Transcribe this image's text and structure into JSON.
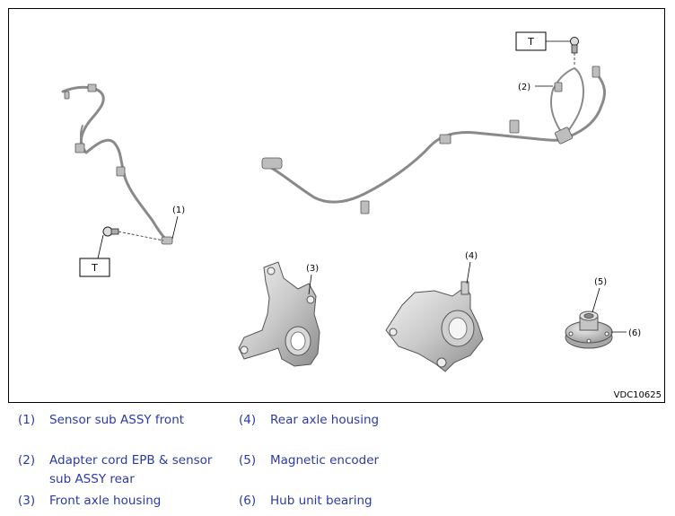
{
  "figure": {
    "id": "VDC10625",
    "torque_label": "T",
    "callouts": [
      "(1)",
      "(2)",
      "(3)",
      "(4)",
      "(5)",
      "(6)"
    ]
  },
  "legend": [
    {
      "num": "(1)",
      "text": "Sensor sub ASSY front"
    },
    {
      "num": "(2)",
      "text": "Adapter cord EPB & sensor sub ASSY rear"
    },
    {
      "num": "(3)",
      "text": "Front axle housing"
    },
    {
      "num": "(4)",
      "text": "Rear axle housing"
    },
    {
      "num": "(5)",
      "text": "Magnetic encoder"
    },
    {
      "num": "(6)",
      "text": "Hub unit bearing"
    }
  ]
}
